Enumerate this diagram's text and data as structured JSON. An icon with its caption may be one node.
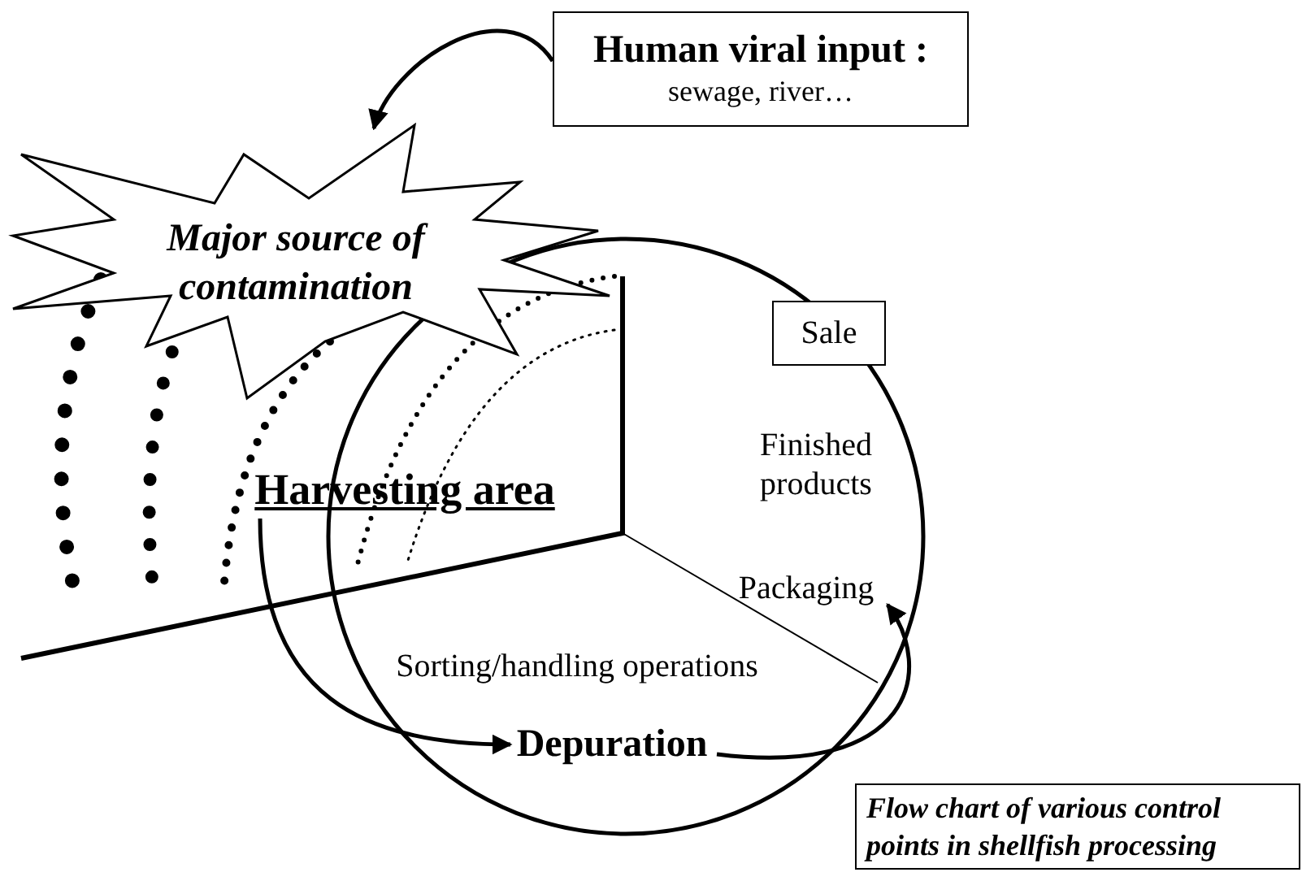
{
  "diagram": {
    "caption": "Flow chart of various control points in shellfish processing",
    "nodes": [
      {
        "text": [
          "Human viral input :",
          "sewage, river…"
        ]
      },
      {
        "text": [
          "Major source of contamination"
        ]
      },
      {
        "text": [
          "Harvesting area"
        ]
      },
      {
        "text": [],
        "shape": "circle"
      },
      {
        "text": [
          "Sale"
        ],
        "in": 3
      },
      {
        "text": [
          "Finished products"
        ],
        "in": 3
      },
      {
        "text": [
          "Packaging"
        ],
        "in": 3
      },
      {
        "text": [
          "Sorting/handling operations"
        ],
        "in": 3
      },
      {
        "text": [
          "Depuration"
        ],
        "in": 3
      }
    ],
    "edges": [
      {
        "from": 0,
        "to": 1,
        "arrow": "to"
      },
      {
        "from": 2,
        "to": 8,
        "arrow": "to"
      },
      {
        "from": 8,
        "to": 6,
        "arrow": "to"
      }
    ]
  }
}
